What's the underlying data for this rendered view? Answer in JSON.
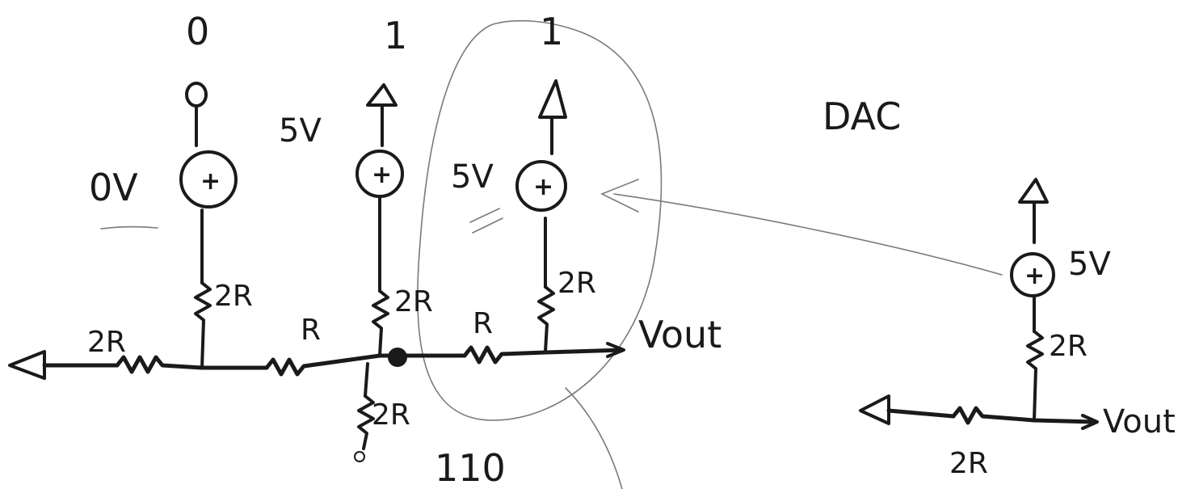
{
  "title": "DAC",
  "bits": {
    "b0": "0",
    "b1": "1",
    "b2": "1"
  },
  "sources": {
    "s0": "0V",
    "s1": "5V",
    "s2": "5V",
    "thevenin": "5V"
  },
  "source_sign": "+",
  "resistors": {
    "r_series_0": "2R",
    "r_bit0": "2R",
    "r_ladder_1": "R",
    "r_bit1": "2R",
    "r_ladder_2": "R",
    "r_bit2": "2R",
    "r_bottom": "2R",
    "r_thev_series": "2R",
    "r_thev_ground": "2R"
  },
  "outputs": {
    "main": "Vout",
    "thevenin": "Vout"
  },
  "code": "110"
}
